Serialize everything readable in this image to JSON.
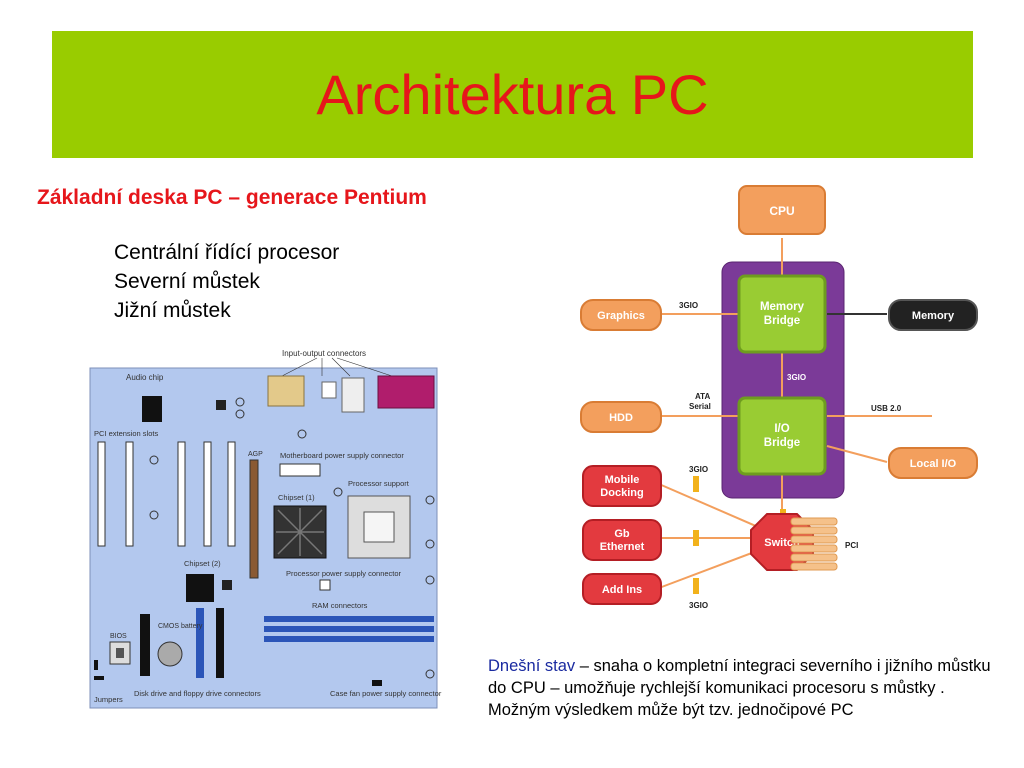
{
  "slide": {
    "title": "Architektura PC",
    "subtitle": "Základní deska PC – generace Pentium",
    "bullets": [
      "Centrální řídící procesor",
      "Severní můstek",
      "Jižní můstek"
    ],
    "note_highlight": "Dnešní stav",
    "note_text": " – snaha o kompletní integraci severního i jižního můstku do CPU – umožňuje rychlejší komunikaci procesoru s můstky . Možným výsledkem může být tzv. jednočipové PC"
  },
  "colors": {
    "title_band": "#99cc00",
    "title_text": "#e6161b",
    "board": "#b3c8ee",
    "purple": "#7b3a98",
    "green_chip": "#99cc33",
    "orange": "#f39f5d",
    "red": "#e33a3f"
  },
  "motherboard": {
    "labels": {
      "io": "Input-output connectors",
      "audio": "Audio chip",
      "pci": "PCI extension slots",
      "agp": "AGP",
      "mpsc": "Motherboard power supply connector",
      "chipset1": "Chipset (1)",
      "proc_support": "Processor support",
      "chipset2": "Chipset (2)",
      "proc_power": "Processor power supply connector",
      "ram": "RAM connectors",
      "bios": "BIOS",
      "cmos": "CMOS battery",
      "jumpers": "Jumpers",
      "disk": "Disk drive and floppy drive connectors",
      "fan": "Case fan power supply connector"
    }
  },
  "block_diagram": {
    "cpu": "CPU",
    "memory_bridge": [
      "Memory",
      "Bridge"
    ],
    "io_bridge": [
      "I/O",
      "Bridge"
    ],
    "graphics": "Graphics",
    "memory": "Memory",
    "hdd": "HDD",
    "local_io": "Local I/O",
    "mobile": [
      "Mobile",
      "Docking"
    ],
    "gb": [
      "Gb",
      "Ethernet"
    ],
    "addins": "Add Ins",
    "switch": "Switch",
    "pci": "PCI",
    "bus_3gio": "3GIO",
    "ata": [
      "ATA",
      "Serial"
    ],
    "usb": "USB 2.0"
  }
}
